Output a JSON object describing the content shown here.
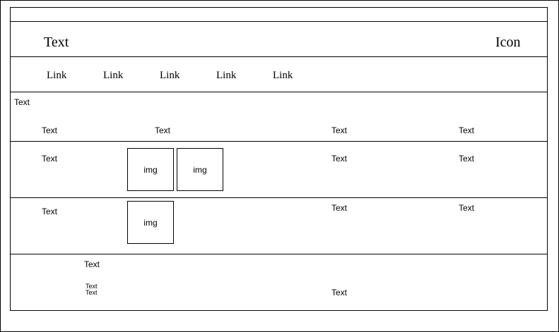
{
  "header": {
    "title": "Text",
    "icon_label": "Icon"
  },
  "nav": {
    "links": [
      "Link",
      "Link",
      "Link",
      "Link",
      "Link"
    ]
  },
  "section": {
    "label": "Text"
  },
  "table": {
    "headers": [
      "Text",
      "Text",
      "Text",
      "Text"
    ],
    "rows": [
      {
        "col1": "Text",
        "images": [
          "img",
          "img"
        ],
        "col3": "Text",
        "col4": "Text"
      },
      {
        "col1": "Text",
        "images": [
          "img"
        ],
        "col3": "Text",
        "col4": "Text"
      }
    ]
  },
  "footer": {
    "label": "Text",
    "small_lines": [
      "Text",
      "Text"
    ],
    "right_text": "Text"
  }
}
